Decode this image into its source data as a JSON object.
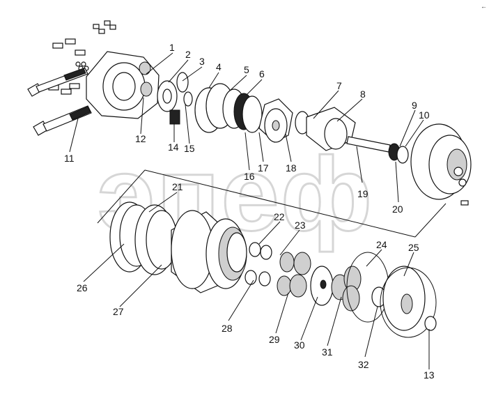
{
  "watermark": "эпеф",
  "corner_mark": "←",
  "callouts": [
    "1",
    "2",
    "3",
    "4",
    "5",
    "6",
    "7",
    "8",
    "9",
    "10",
    "11",
    "12",
    "13",
    "14",
    "15",
    "16",
    "17",
    "18",
    "19",
    "20",
    "21",
    "22",
    "23",
    "24",
    "25",
    "26",
    "27",
    "28",
    "29",
    "30",
    "31",
    "32"
  ]
}
